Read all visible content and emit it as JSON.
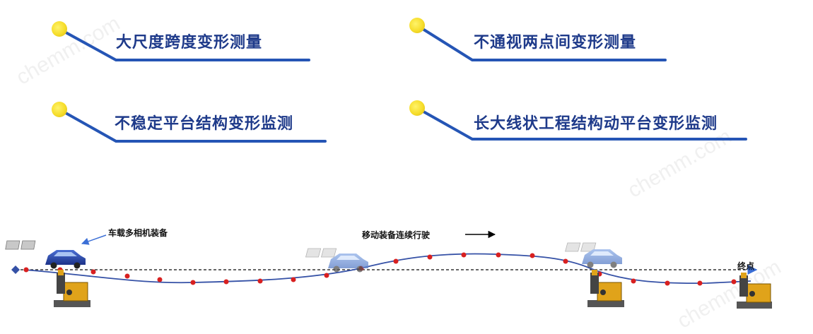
{
  "callouts": [
    {
      "label": "大尺度跨度变形测量"
    },
    {
      "label": "不通视两点间变形测量"
    },
    {
      "label": "不稳定平台结构变形监测"
    },
    {
      "label": "长大线状工程结构动平台变形监测"
    }
  ],
  "diagram": {
    "vehicle_label": "车载多相机装备",
    "motion_label": "移动装备连续行驶",
    "end_label": "终点"
  },
  "watermark": "chemm.com",
  "colors": {
    "callout_line": "#2555b5",
    "callout_text": "#1e3a8a",
    "dot": "#f6dd2a",
    "curve": "#3551a6",
    "marker": "#d82020",
    "car": "#243e9c",
    "instrument": "#e0a31a"
  }
}
